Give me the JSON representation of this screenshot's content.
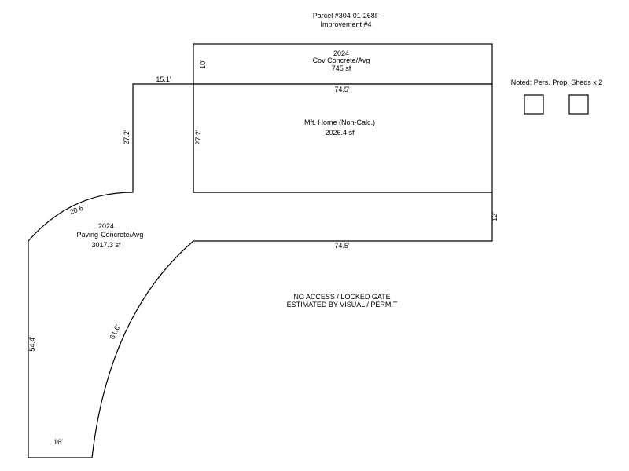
{
  "header": {
    "parcel": "Parcel #304-01-268F",
    "improvement": "Improvement #4"
  },
  "cov_concrete": {
    "year": "2024",
    "name": "Cov Concrete/Avg",
    "area": "745 sf",
    "side_label": "10'",
    "bottom_label": "74.5'"
  },
  "home": {
    "name": "Mft. Home (Non-Calc.)",
    "area": "2026.4 sf",
    "side_label": "27.2'"
  },
  "paving": {
    "year": "2024",
    "name": "Paving-Concrete/Avg",
    "area": "3017.3 sf",
    "top_label": "15.1'",
    "upper_side_label": "27.2'",
    "upper_arc_label": "20.6'",
    "right_side_label": "12'",
    "bottom_inner_label": "74.5'",
    "inner_arc_label": "61.6'",
    "left_side_label": "54.4'",
    "bottom_label": "16'"
  },
  "notes": {
    "sheds": "Noted: Pers. Prop. Sheds x 2",
    "access_line1": "NO ACCESS / LOCKED GATE",
    "access_line2": "ESTIMATED BY VISUAL / PERMIT"
  }
}
